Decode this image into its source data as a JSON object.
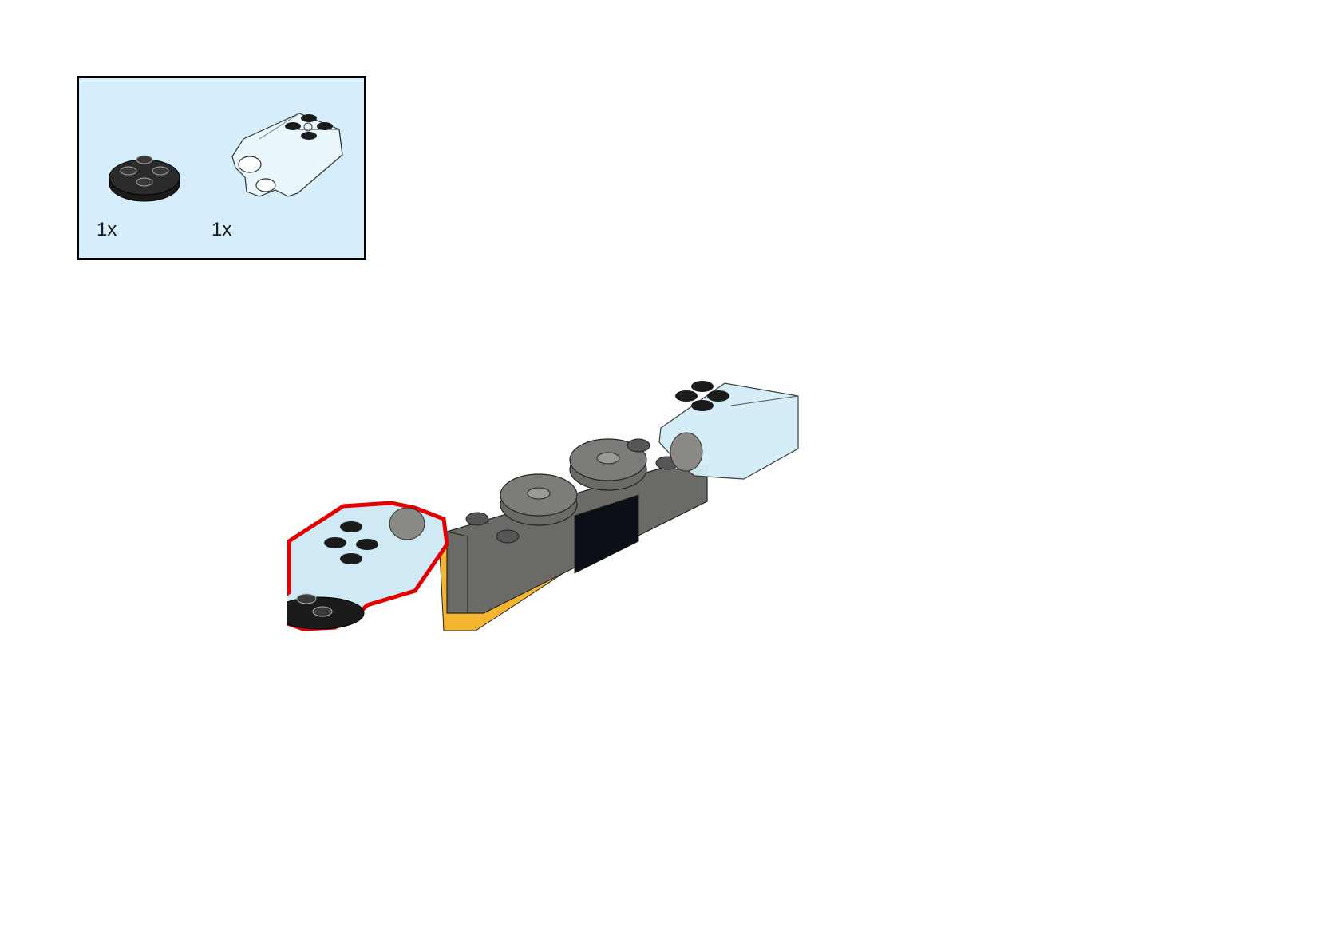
{
  "parts_list": {
    "items": [
      {
        "name": "round-plate-2x2",
        "color": "#1b1b1b",
        "quantity": "1x"
      },
      {
        "name": "trans-clear-brick-with-clip",
        "color": "#cfeefa",
        "quantity": "1x"
      }
    ]
  },
  "step": {
    "highlight_color": "#e30000",
    "base_color": "#6b6a66",
    "accent_color": "#f5b531"
  }
}
